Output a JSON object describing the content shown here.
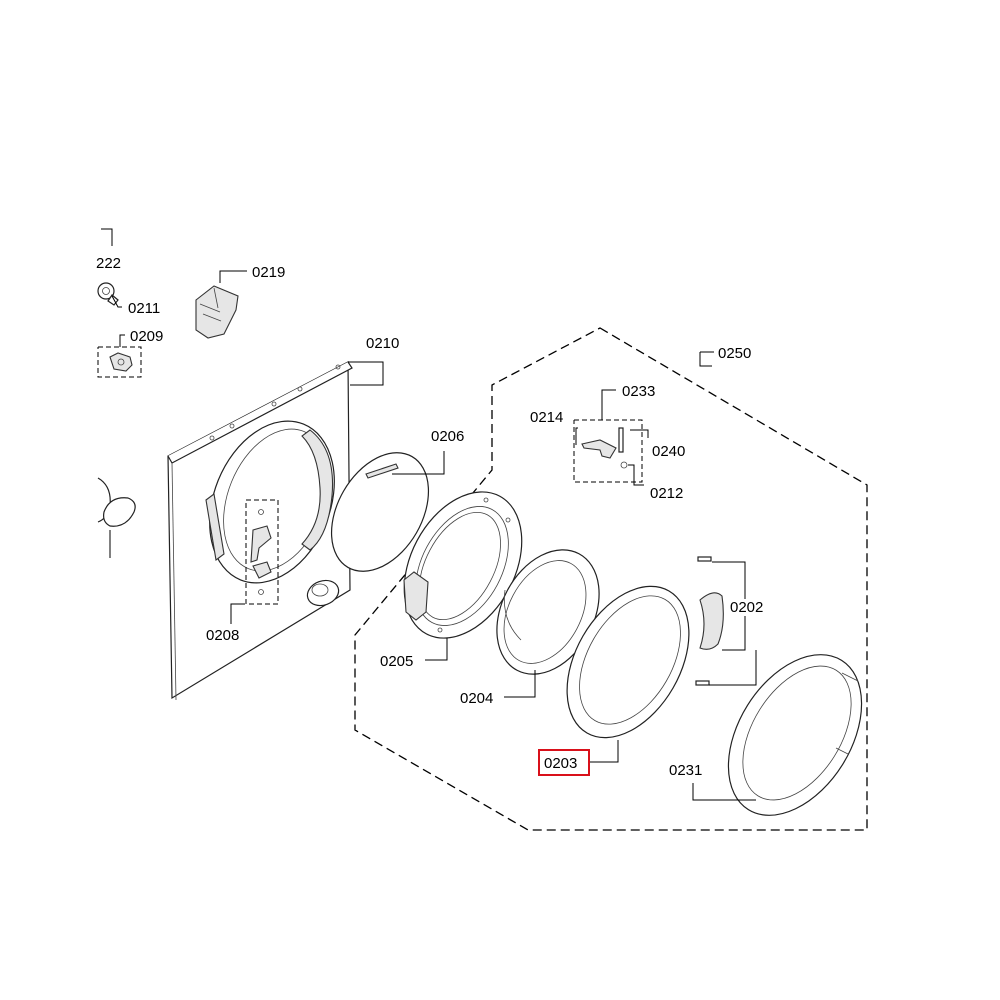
{
  "diagram": {
    "highlight_color": "#d9101a",
    "highlighted_part": "0203",
    "labels": {
      "p222": "222",
      "p0211": "0211",
      "p0219": "0219",
      "p0209": "0209",
      "p0210": "0210",
      "p0250": "0250",
      "p0233": "0233",
      "p0214": "0214",
      "p0240": "0240",
      "p0206": "0206",
      "p0212": "0212",
      "p0202": "0202",
      "p0208": "0208",
      "p0205": "0205",
      "p0204": "0204",
      "p0203": "0203",
      "p0231": "0231"
    }
  }
}
